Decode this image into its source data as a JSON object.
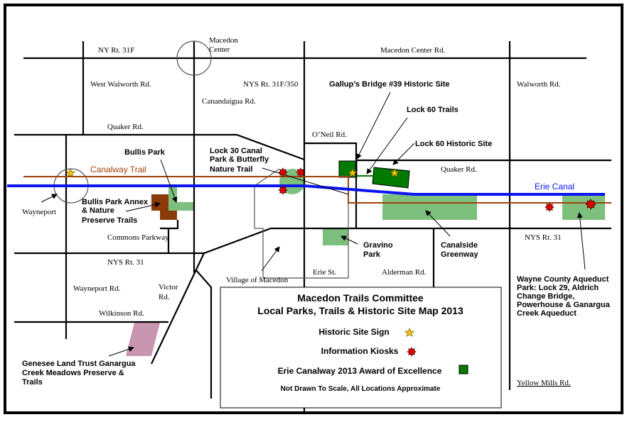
{
  "colors": {
    "canal": "#0a14f0",
    "trail": "#a0400a",
    "park": "#7dbf7d",
    "award": "#007a00",
    "annex": "#8b3a0a",
    "land_trust": "#c996b0",
    "kiosk": "#e00000",
    "star": "#f5c400"
  },
  "roads": {
    "ny31f": "NY Rt. 31F",
    "macedon_center": [
      "Macedon",
      "Center"
    ],
    "macedon_center_rd": "Macedon Center Rd.",
    "west_walworth": "West Walworth Rd.",
    "nys31f350": "NYS Rt. 31F/350",
    "walworth": "Walworth Rd.",
    "canandaigua": "Canandaigua Rd.",
    "quaker_left": "Quaker Rd.",
    "oneil": "O’Neil Rd.",
    "quaker_right": "Quaker Rd.",
    "wayneport": "Wayneport",
    "commons": "Commons Parkway",
    "nys31_left": "NYS Rt. 31",
    "nys31_right": "NYS Rt. 31",
    "wayneport_rd": "Wayneport Rd.",
    "victor": [
      "Victor",
      "Rd."
    ],
    "wilkinson": "Wilkinson Rd.",
    "village": "Village of Macedon",
    "erie_st": "Erie St.",
    "alderman": "Alderman Rd.",
    "yellow_mills": "Yellow Mills Rd."
  },
  "labels": {
    "canalway_trail": "Canalway Trail",
    "erie_canal": "Erie Canal",
    "bullis_park": "Bullis Park",
    "bullis_annex": [
      "Bullis Park Annex",
      "& Nature",
      "Preserve Trails"
    ],
    "lock30": [
      "Lock 30 Canal",
      "Park & Butterfly",
      "Nature Trail"
    ],
    "gallups": "Gallup’s Bridge #39 Historic Site",
    "lock60_trails": "Lock 60 Trails",
    "lock60_historic": "Lock 60 Historic Site",
    "gravino": [
      "Gravino",
      "Park"
    ],
    "canalside": [
      "Canalside",
      "Greenway"
    ],
    "wayne_county": [
      "Wayne County Aqueduct",
      "Park: Lock 29, Aldrich",
      "Change Bridge,",
      "Powerhouse & Ganargua",
      "Creek Aqueduct"
    ],
    "genesee": [
      "Genesee Land Trust Ganargua",
      "Creek Meadows Preserve &",
      "Trails"
    ]
  },
  "legend": {
    "title1": "Macedon Trails Committee",
    "title2": "Local Parks, Trails & Historic Site Map 2013",
    "historic": "Historic Site Sign",
    "kiosks": "Information Kiosks",
    "award": "Erie Canalway 2013 Award of Excellence",
    "note": "Not Drawn To Scale, All Locations Approximate"
  }
}
